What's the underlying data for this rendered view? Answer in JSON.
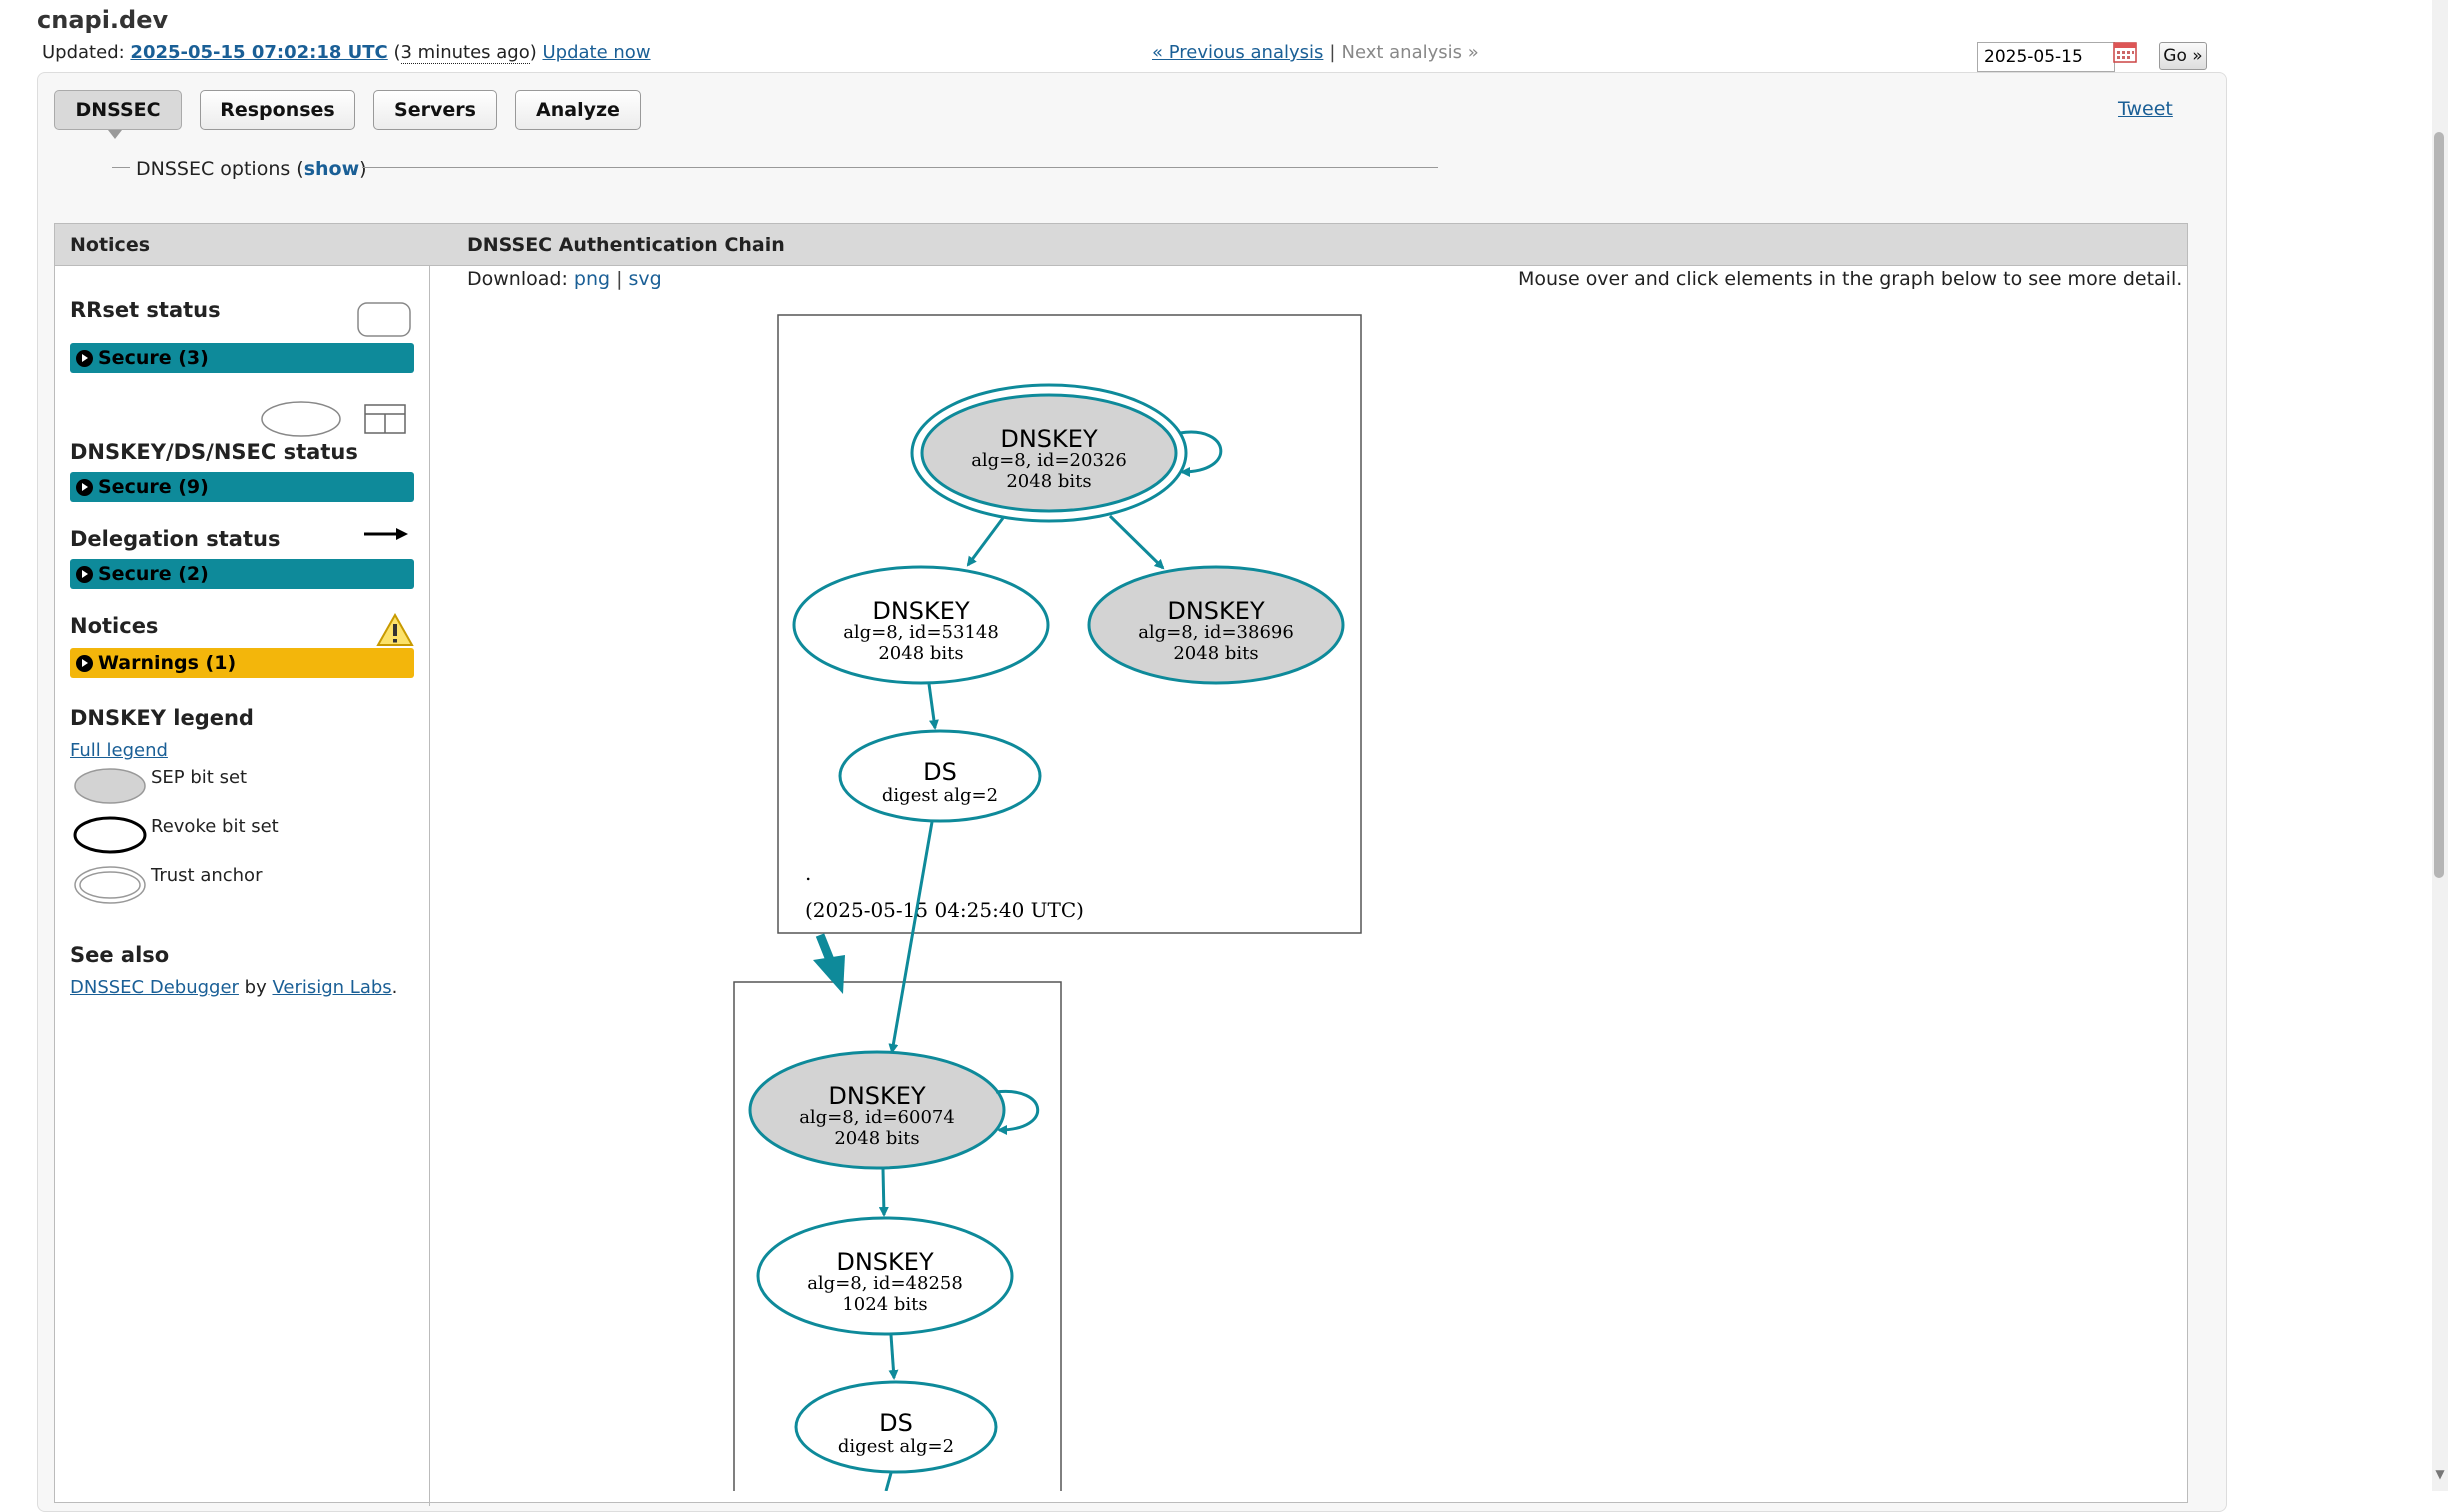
{
  "header": {
    "domain": "cnapi.dev",
    "updated_label": "Updated:",
    "updated_time": "2025-05-15 07:02:18 UTC",
    "updated_ago": "3 minutes ago",
    "update_now": "Update now",
    "prev_analysis": "« Previous analysis",
    "separator": "|",
    "next_analysis": "Next analysis »",
    "date_value": "2025-05-15",
    "go_label": "Go »"
  },
  "tabs": [
    {
      "label": "DNSSEC",
      "active": true
    },
    {
      "label": "Responses"
    },
    {
      "label": "Servers"
    },
    {
      "label": "Analyze"
    }
  ],
  "tweet_label": "Tweet",
  "options": {
    "label": "DNSSEC options (",
    "link": "show",
    "close": ")"
  },
  "notices_panel": {
    "heading": "Notices",
    "rrset_status": {
      "label": "RRset status",
      "badge": "Secure (3)"
    },
    "dnskey_status": {
      "label": "DNSKEY/DS/NSEC status",
      "badge": "Secure (9)"
    },
    "delegation_status": {
      "label": "Delegation status",
      "badge": "Secure (2)"
    },
    "notices": {
      "label": "Notices",
      "badge": "Warnings (1)"
    },
    "legend": {
      "title": "DNSKEY legend",
      "full_legend": "Full legend",
      "sep": "SEP bit set",
      "revoke": "Revoke bit set",
      "trust": "Trust anchor"
    },
    "see_also": {
      "title": "See also",
      "debugger": "DNSSEC Debugger",
      "by": " by ",
      "verisign": "Verisign Labs",
      "period": "."
    }
  },
  "chain": {
    "heading": "DNSSEC Authentication Chain",
    "download_label": "Download: ",
    "png": "png",
    "pipe": "|",
    "svg": "svg",
    "hint": "Mouse over and click elements in the graph below to see more detail.",
    "root_zone": {
      "name": ".",
      "timestamp": "(2025-05-15 04:25:40 UTC)"
    },
    "nodes": {
      "root_ksk": {
        "type": "DNSKEY",
        "line1": "alg=8, id=20326",
        "line2": "2048 bits"
      },
      "root_zsk1": {
        "type": "DNSKEY",
        "line1": "alg=8, id=53148",
        "line2": "2048 bits"
      },
      "root_zsk2": {
        "type": "DNSKEY",
        "line1": "alg=8, id=38696",
        "line2": "2048 bits"
      },
      "root_ds": {
        "type": "DS",
        "line1": "digest alg=2"
      },
      "tld_ksk": {
        "type": "DNSKEY",
        "line1": "alg=8, id=60074",
        "line2": "2048 bits"
      },
      "tld_zsk": {
        "type": "DNSKEY",
        "line1": "alg=8, id=48258",
        "line2": "1024 bits"
      },
      "tld_ds": {
        "type": "DS",
        "line1": "digest alg=2"
      }
    }
  },
  "colors": {
    "teal": "#0e8a9a",
    "yellow": "#f3b60b",
    "link": "#1a5f96",
    "sep_fill": "#d3d3d3"
  }
}
